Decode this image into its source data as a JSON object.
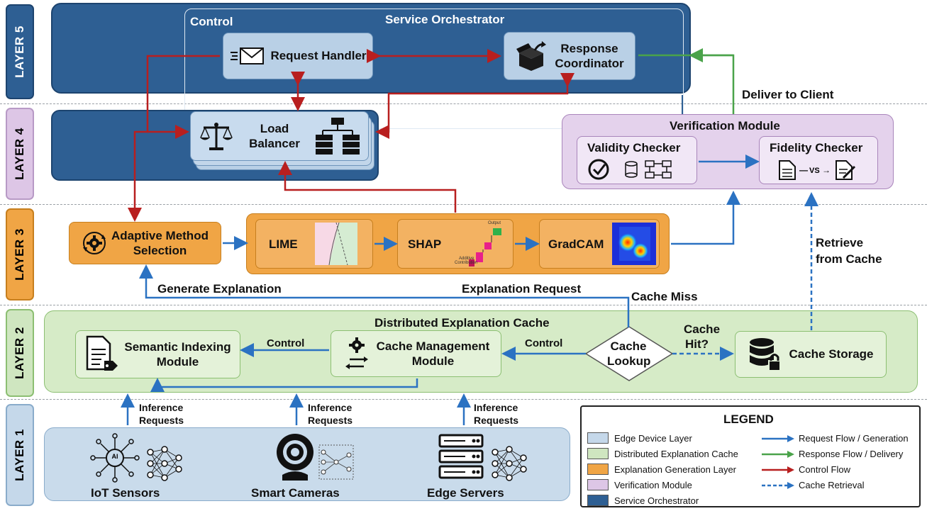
{
  "layers": {
    "l5": "LAYER 5",
    "l4": "LAYER 4",
    "l3": "LAYER 3",
    "l2": "LAYER 2",
    "l1": "LAYER 1"
  },
  "orchestrator": {
    "title": "Service Orchestrator",
    "control": "Control",
    "request_handler": "Request Handler",
    "response_coordinator_1": "Response",
    "response_coordinator_2": "Coordinator",
    "load_balancer_1": "Load",
    "load_balancer_2": "Balancer"
  },
  "verification": {
    "title": "Verification Module",
    "validity": "Validity Checker",
    "fidelity": "Fidelity Checker",
    "vs": "VS",
    "deliver": "Deliver to Client",
    "retrieve_1": "Retrieve",
    "retrieve_2": "from Cache"
  },
  "explanation": {
    "adaptive_1": "Adaptive Method",
    "adaptive_2": "Selection",
    "lime": "LIME",
    "shap": "SHAP",
    "gradcam": "GradCAM",
    "generate": "Generate Explanation",
    "request": "Explanation Request",
    "cache_miss": "Cache Miss",
    "shap_output": "Output",
    "shap_additive": "Additive",
    "shap_contrib": "Contribution"
  },
  "cache": {
    "title": "Distributed Explanation Cache",
    "semantic_1": "Semantic Indexing",
    "semantic_2": "Module",
    "management_1": "Cache Management",
    "management_2": "Module",
    "lookup_1": "Cache",
    "lookup_2": "Lookup",
    "hit_1": "Cache",
    "hit_2": "Hit?",
    "storage": "Cache Storage",
    "control_1": "Control",
    "control_2": "Control"
  },
  "edge": {
    "inference_1": "Inference",
    "inference_2": "Requests",
    "iot": "IoT Sensors",
    "cameras": "Smart Cameras",
    "servers": "Edge Servers",
    "ai_label": "AI"
  },
  "legend": {
    "title": "LEGEND",
    "items": [
      {
        "label": "Edge Device Layer",
        "color": "#c5d8ea"
      },
      {
        "label": "Distributed Explanation Cache",
        "color": "#cfe6c0"
      },
      {
        "label": "Explanation Generation Layer",
        "color": "#f0a545"
      },
      {
        "label": "Verification Module",
        "color": "#ddc6e6"
      },
      {
        "label": "Service Orchestrator",
        "color": "#2e5f93"
      }
    ],
    "flows": [
      {
        "label": "Request Flow / Generation",
        "color": "#2b72c2"
      },
      {
        "label": "Response Flow / Delivery",
        "color": "#4aa34a"
      },
      {
        "label": "Control Flow",
        "color": "#b81f1f"
      },
      {
        "label": "Cache Retrieval",
        "color": "#2b72c2"
      }
    ]
  },
  "colors": {
    "orchestrator_fill": "#2e5f93",
    "inner_box_fill": "#b9d0e6",
    "verification_fill": "#e4d2ec",
    "explanation_fill": "#f0a545",
    "cache_fill": "#d6ebc7",
    "edge_fill": "#c9dbeb",
    "request_arrow": "#2b72c2",
    "response_arrow": "#4aa34a",
    "control_arrow": "#b81f1f"
  }
}
